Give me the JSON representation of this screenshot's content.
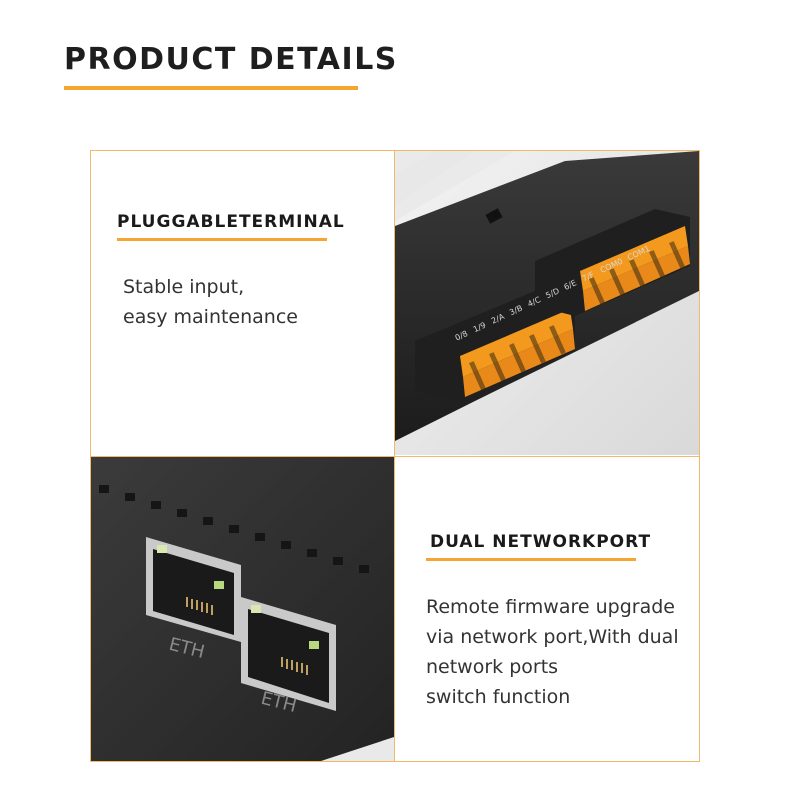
{
  "header": {
    "title": "PRODUCT DETAILS"
  },
  "feature_1": {
    "title": "PLUGGABLETERMINAL",
    "lines": [
      "Stable input,",
      "easy maintenance"
    ]
  },
  "feature_2": {
    "title": "DUAL NETWORKPORT",
    "lines": [
      "Remote firmware upgrade",
      "via network port,With dual",
      "network ports",
      "switch function"
    ]
  },
  "terminal_photo": {
    "labels": [
      "0/8",
      "1/9",
      "2/A",
      "3/B",
      "4/C",
      "5/D",
      "6/E",
      "7/F",
      "COM0",
      "COM1"
    ]
  },
  "ethernet_photo": {
    "port_label": "ETH"
  },
  "colors": {
    "accent": "#f5a531",
    "frame": "#f1b96a",
    "terminal": "#f39a1e",
    "device": "#2b2b2b"
  }
}
